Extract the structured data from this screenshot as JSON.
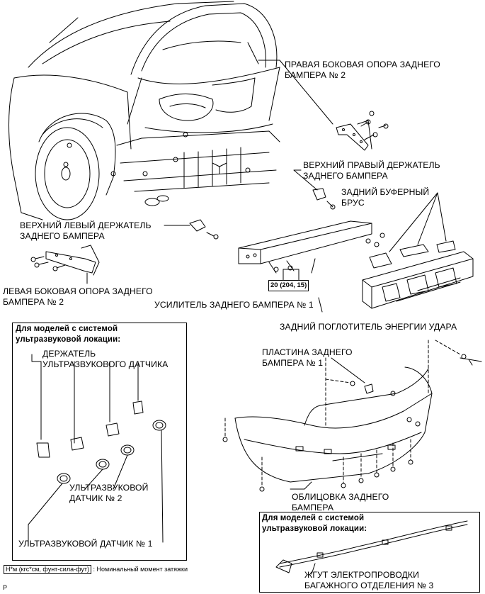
{
  "labels": {
    "right_side_support": [
      "ПРАВАЯ БОКОВАЯ ОПОРА ЗАДНЕГО",
      "БАМПЕРА № 2"
    ],
    "upper_right_retainer": [
      "ВЕРХНИЙ ПРАВЫЙ ДЕРЖАТЕЛЬ",
      "ЗАДНЕГО БАМПЕРА"
    ],
    "rear_bumper_bar": [
      "ЗАДНИЙ БУФЕРНЫЙ",
      "БРУС"
    ],
    "upper_left_retainer": [
      "ВЕРХНИЙ ЛЕВЫЙ ДЕРЖАТЕЛЬ",
      "ЗАДНЕГО БАМПЕРА"
    ],
    "left_side_support": [
      "ЛЕВАЯ БОКОВАЯ ОПОРА ЗАДНЕГО",
      "БАМПЕРА № 2"
    ],
    "bumper_reinforcement": "УСИЛИТЕЛЬ ЗАДНЕГО БАМПЕРА № 1",
    "energy_absorber": "ЗАДНИЙ ПОГЛОТИТЕЛЬ ЭНЕРГИИ УДАРА",
    "bumper_plate": [
      "ПЛАСТИНА ЗАДНЕГО",
      "БАМПЕРА № 1"
    ],
    "bumper_cover": [
      "ОБЛИЦОВКА ЗАДНЕГО",
      "БАМПЕРА"
    ]
  },
  "torque_spec": "20 (204, 15)",
  "sensor_box": {
    "title": [
      "Для моделей с системой",
      "ультразвуковой локации:"
    ],
    "retainer": [
      "ДЕРЖАТЕЛЬ",
      "УЛЬТРАЗВУКОВОГО ДАТЧИКА"
    ],
    "sensor2": [
      "УЛЬТРАЗВУКОВОЙ",
      "ДАТЧИК № 2"
    ],
    "sensor1": "УЛЬТРАЗВУКОВОЙ ДАТЧИК № 1"
  },
  "harness_box": {
    "title": [
      "Для моделей с системой",
      "ультразвуковой локации:"
    ],
    "harness": [
      "ЖГУТ ЭЛЕКТРОПРОВОДКИ",
      "БАГАЖНОГО ОТДЕЛЕНИЯ № 3"
    ]
  },
  "legend": {
    "key": "Н*м (кгс*см, фунт-сила-фут)",
    "text": ": Номинальный момент затяжки"
  },
  "corner_mark": "P"
}
